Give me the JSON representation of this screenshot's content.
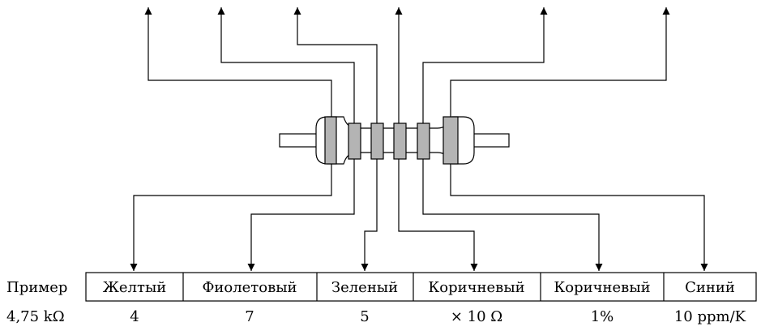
{
  "table": {
    "row_label_header": "Пример",
    "row_label_value": "4,75 kΩ",
    "columns": [
      {
        "name": "Желтый",
        "value": "4"
      },
      {
        "name": "Фиолетовый",
        "value": "7"
      },
      {
        "name": "Зеленый",
        "value": "5"
      },
      {
        "name": "Коричневый",
        "value": "× 10 Ω"
      },
      {
        "name": "Коричневый",
        "value": "1%"
      },
      {
        "name": "Синий",
        "value": "10 ppm/K"
      }
    ]
  },
  "colors": {
    "line": "#000000",
    "band_fill": "#b4b4b4",
    "body_fill": "#ffffff"
  }
}
